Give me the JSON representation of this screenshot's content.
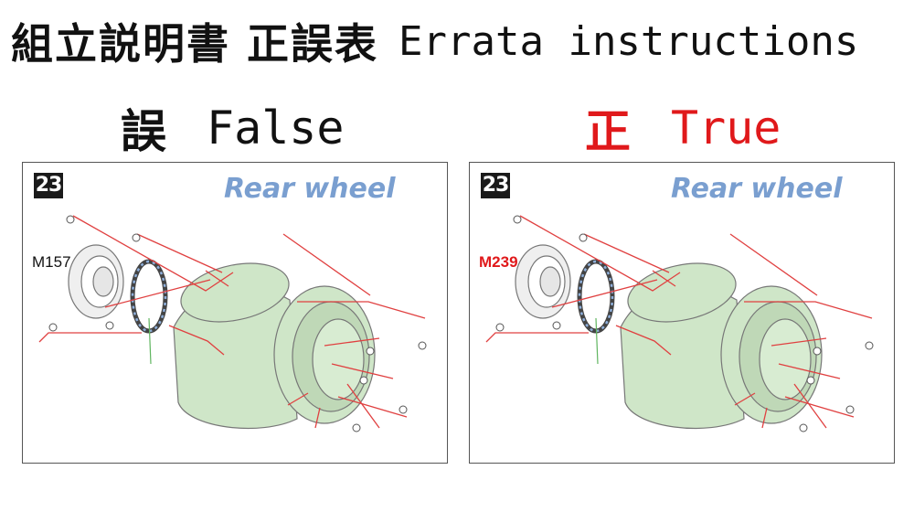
{
  "title": {
    "japanese": "組立説明書 正誤表",
    "english": "Errata instructions"
  },
  "false_panel": {
    "header_kanji": "誤",
    "header_word": "False",
    "step_number": "23",
    "panel_title": "Rear wheel",
    "part_label": "M157"
  },
  "true_panel": {
    "header_kanji": "正",
    "header_word": "True",
    "step_number": "23",
    "panel_title": "Rear wheel",
    "part_label": "M239"
  },
  "colors": {
    "true_red": "#e0191b",
    "panel_title_blue": "#7a9fd0",
    "wheel_green": "#cfe6c8",
    "leader_red": "#e04040"
  }
}
